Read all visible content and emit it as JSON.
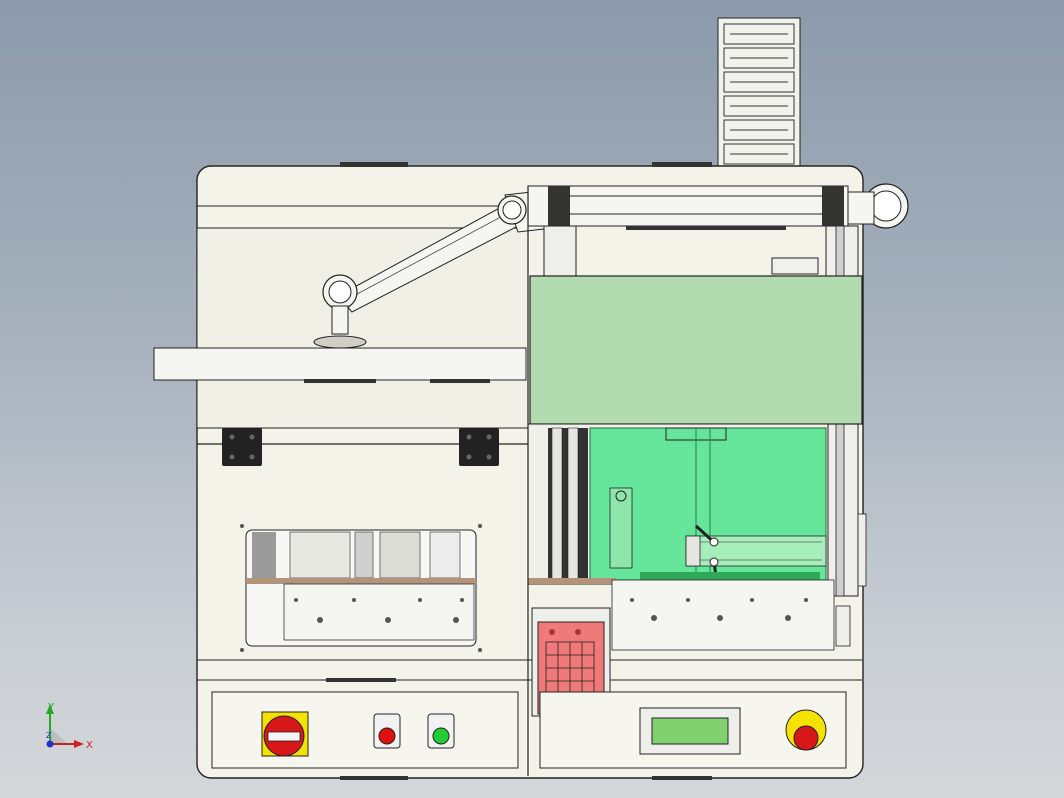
{
  "viewport": {
    "title": ""
  },
  "triad": {
    "x_label": "X",
    "y_label": "Y",
    "z_label": "Z"
  },
  "colors": {
    "background_top": "#8d9aab",
    "cabinet": "#f4f3e9",
    "outline": "#222222",
    "green_panel": "#b2dcb0",
    "green_window": "#66e69a",
    "keypad": "#f07a7a",
    "lcd": "#80d070",
    "estop_yellow": "#f6e200",
    "estop_red": "#d81818",
    "start_green": "#22cc33"
  },
  "icons": {
    "robot_arm": "robot-arm-icon",
    "emergency_stop": "emergency-stop-icon",
    "rotary_switch": "rotary-switch-icon"
  }
}
